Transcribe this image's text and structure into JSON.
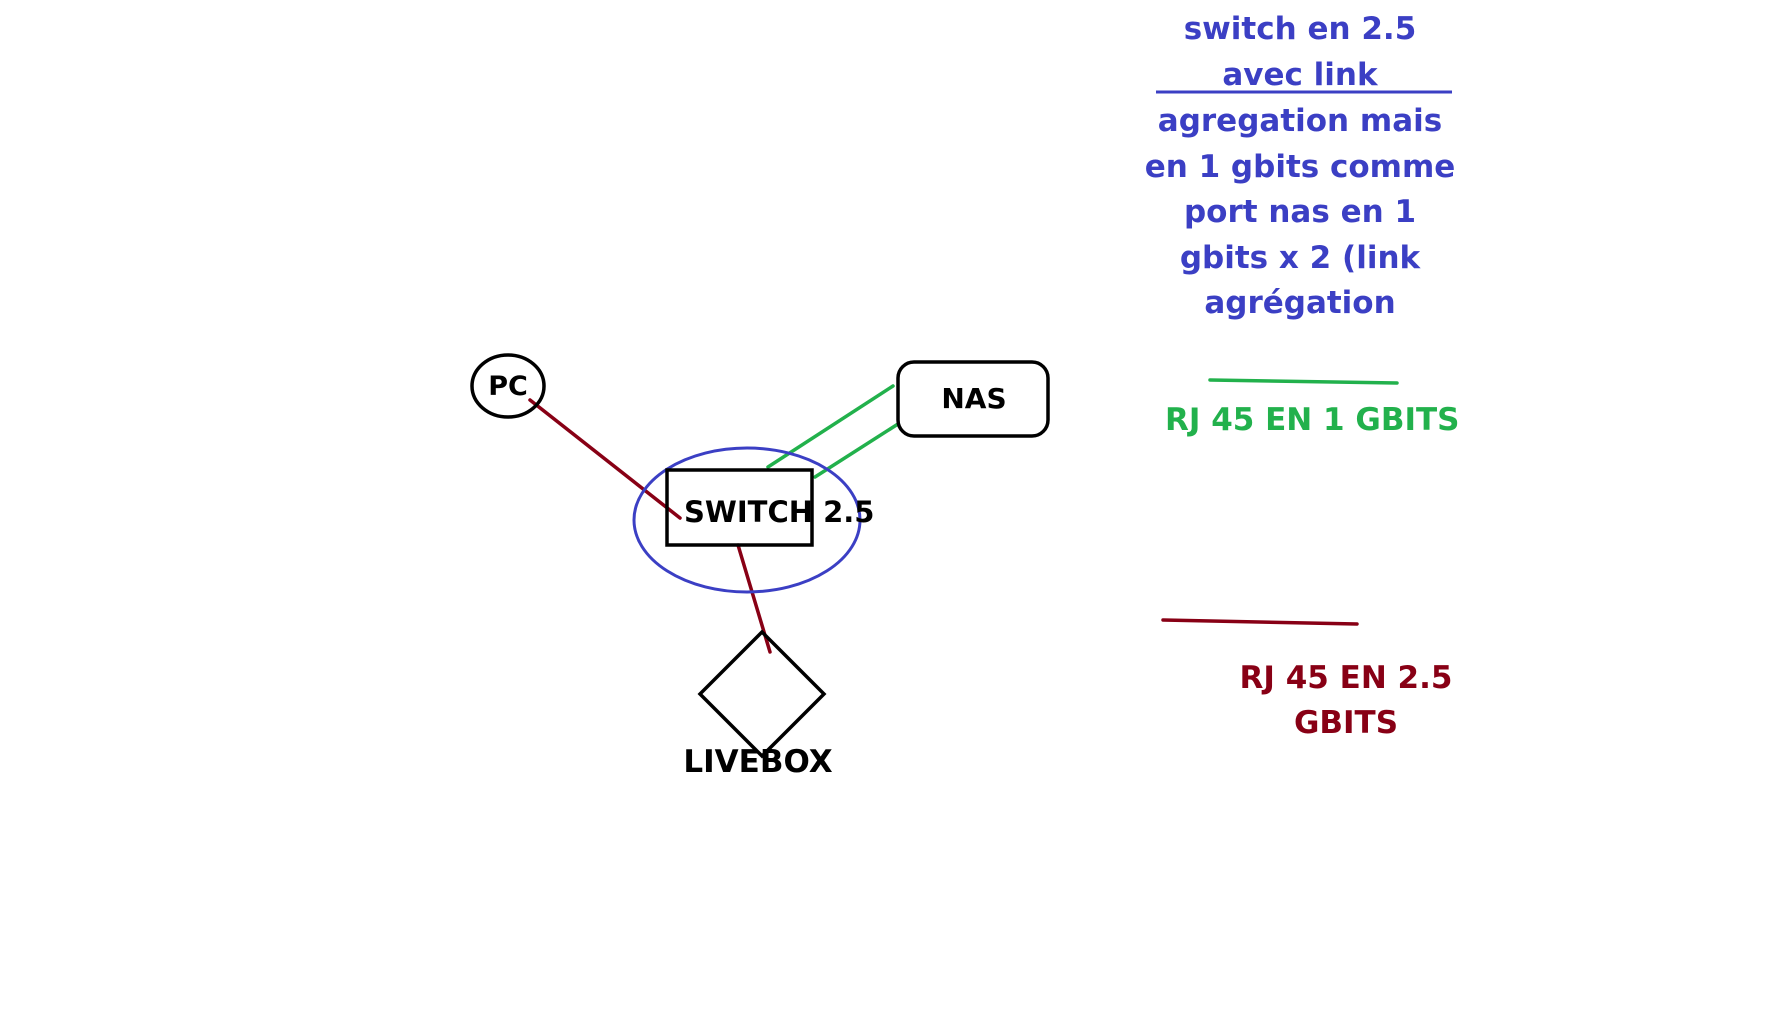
{
  "nodes": {
    "pc": {
      "label": "PC"
    },
    "nas": {
      "label": "NAS"
    },
    "switch": {
      "label": "SWITCH 2.5"
    },
    "livebox": {
      "label": "LIVEBOX"
    }
  },
  "note": {
    "lines": [
      "switch en 2.5",
      "avec link",
      "agregation mais",
      "en 1 gbits comme",
      "port nas en 1",
      "gbits x 2 (link",
      "agrégation"
    ]
  },
  "legend": {
    "green": {
      "lines": [
        "RJ 45 EN 1 GBITS"
      ]
    },
    "red": {
      "lines": [
        "RJ 45 EN 2.5",
        "GBITS"
      ]
    }
  },
  "colors": {
    "note_text": "#3b3fc4",
    "green_link": "#22b14c",
    "red_link": "#880015",
    "outline": "#000000",
    "highlight_ellipse": "#3b3fc4"
  }
}
